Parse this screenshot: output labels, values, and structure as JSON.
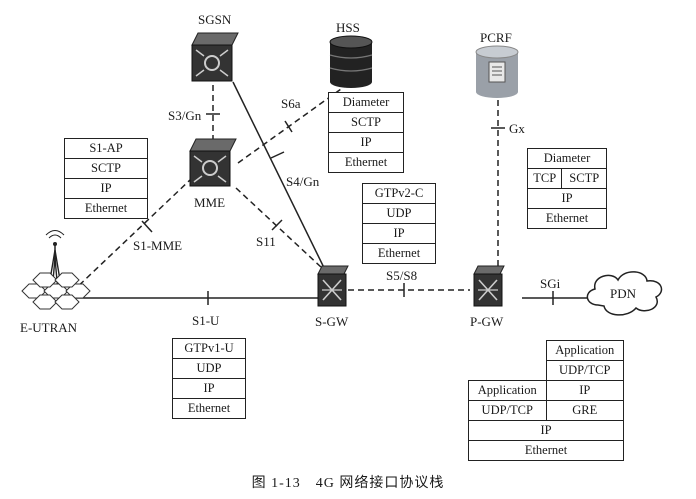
{
  "nodes": {
    "sgsn": "SGSN",
    "hss": "HSS",
    "pcrf": "PCRF",
    "mme": "MME",
    "eutran": "E-UTRAN",
    "sgw": "S-GW",
    "pgw": "P-GW",
    "pdn": "PDN"
  },
  "interfaces": {
    "s3gn": "S3/Gn",
    "s6a": "S6a",
    "s4gn": "S4/Gn",
    "s11": "S11",
    "s1mme": "S1-MME",
    "s1u": "S1-U",
    "s5s8": "S5/S8",
    "gx": "Gx",
    "sgi": "SGi"
  },
  "stacks": {
    "s1mme": [
      "S1-AP",
      "SCTP",
      "IP",
      "Ethernet"
    ],
    "s6a": [
      "Diameter",
      "SCTP",
      "IP",
      "Ethernet"
    ],
    "s11": [
      "GTPv2-C",
      "UDP",
      "IP",
      "Ethernet"
    ],
    "gx": {
      "top": "Diameter",
      "left": "TCP",
      "right": "SCTP",
      "ip": "IP",
      "eth": "Ethernet"
    },
    "s1u": [
      "GTPv1-U",
      "UDP",
      "IP",
      "Ethernet"
    ],
    "sgi": {
      "r_app": "Application",
      "r_transport": "UDP/TCP",
      "l_app": "Application",
      "r_ip": "IP",
      "l_transport": "UDP/TCP",
      "r_gre": "GRE",
      "ip": "IP",
      "eth": "Ethernet"
    }
  },
  "caption": "图 1-13　4G 网络接口协议栈"
}
